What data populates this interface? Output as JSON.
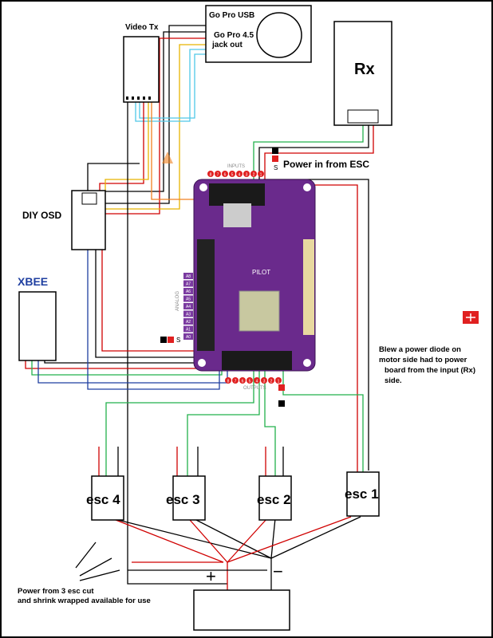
{
  "labels": {
    "video_tx": "Video Tx",
    "gopro_usb": "Go Pro USB",
    "gopro_jack_line1": "Go Pro 4.5",
    "gopro_jack_line2": "jack out",
    "rx": "Rx",
    "power_in": "Power in from ESC",
    "diy_osd": "DIY OSD",
    "xbee": "XBEE",
    "note_line1": "Blew a power diode on",
    "note_line2": "motor side had to power",
    "note_line3": "board from the input (Rx)",
    "note_line4": "side.",
    "esc1": "esc 1",
    "esc2": "esc 2",
    "esc3": "esc 3",
    "esc4": "esc 4",
    "power_note_line1": "Power from 3 esc cut",
    "power_note_line2": "and shrink wrapped available for use",
    "plus": "+",
    "minus": "−",
    "board_input_label": "INPUTS",
    "board_output_label": "OUTPUTS",
    "board_analog_label": "ANALOG",
    "s_top": "S",
    "s_side": "S",
    "board_name": "PILOT"
  },
  "input_pins": [
    "8",
    "7",
    "6",
    "5",
    "4",
    "3",
    "2",
    "1"
  ],
  "output_pins": [
    "8",
    "7",
    "6",
    "5",
    "4",
    "3",
    "2",
    "1"
  ],
  "analog_pins": [
    "A8",
    "A7",
    "A6",
    "A5",
    "A4",
    "A3",
    "A2",
    "A1",
    "A0"
  ],
  "colors": {
    "wire_red": "#d00000",
    "wire_black": "#000000",
    "wire_green": "#22b14c",
    "wire_blue": "#1f3fa0",
    "wire_cyan": "#4fc8e8",
    "wire_yellow": "#e8b400",
    "wire_orange": "#f08020",
    "board_purple": "#6a2a8c",
    "accent_red": "#e02020"
  }
}
